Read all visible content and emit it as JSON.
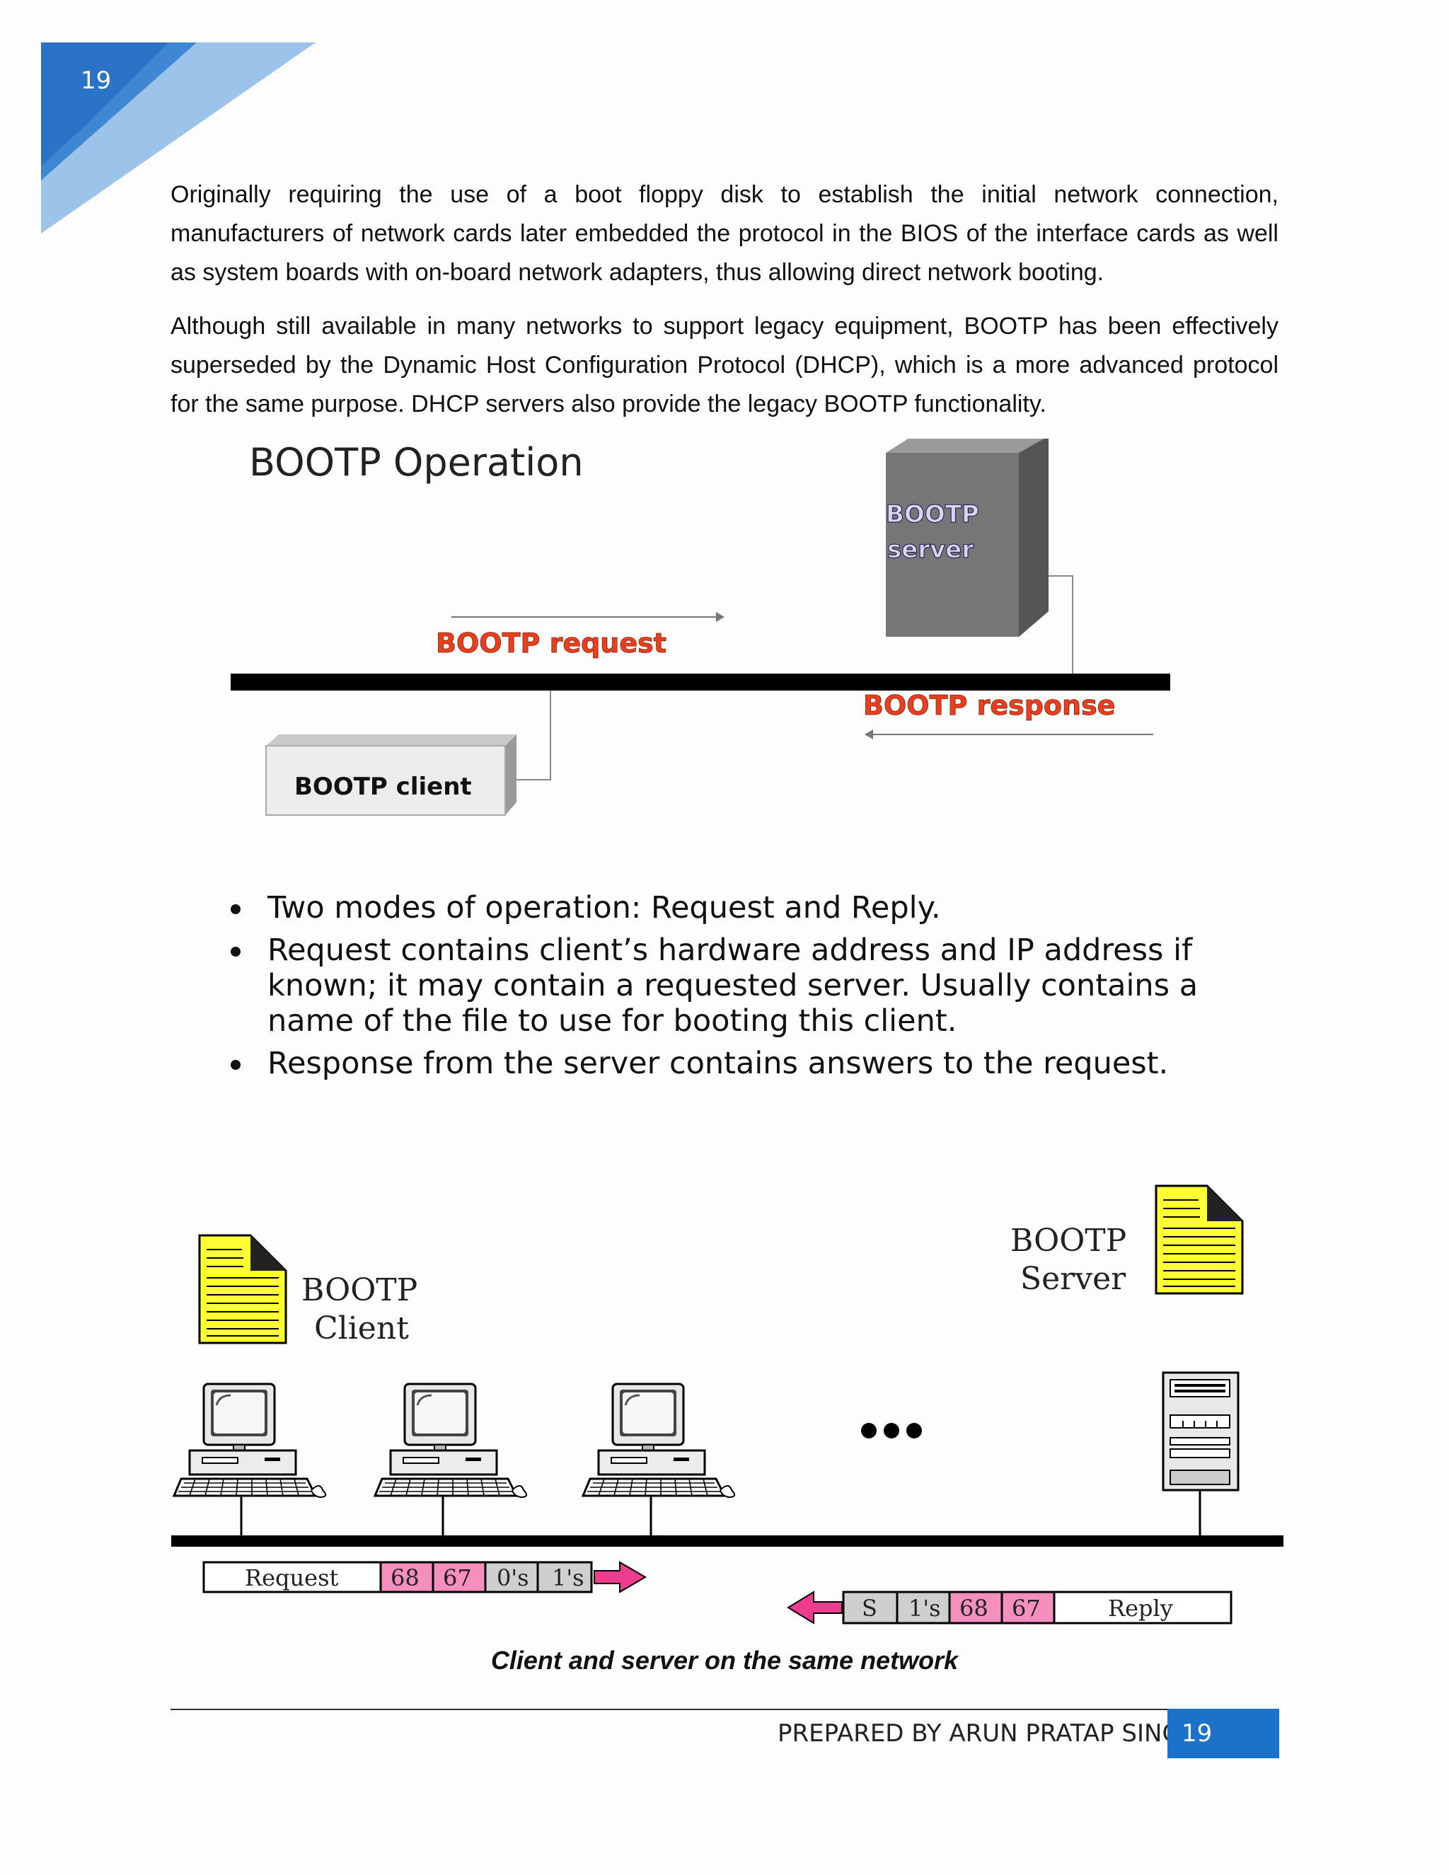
{
  "page": {
    "number": "19"
  },
  "paragraphs": [
    "Originally requiring the use of a boot floppy disk to establish the initial network connection, manufacturers of network cards later embedded the protocol in the BIOS of the interface cards as well as system boards with on-board network adapters, thus allowing direct network booting.",
    "Although still available in many networks to support legacy equipment, BOOTP has been effectively superseded by the Dynamic Host Configuration Protocol (DHCP), which is a more advanced protocol for the same purpose. DHCP servers also provide the legacy BOOTP functionality."
  ],
  "operation_figure": {
    "title": "BOOTP Operation",
    "server_label_1": "BOOTP",
    "server_label_2": "server",
    "request_label": "BOOTP request",
    "response_label": "BOOTP response",
    "client_label": "BOOTP client",
    "bullets": [
      "Two modes of operation:  Request and Reply.",
      "Request contains client’s hardware address and IP address if known; it may contain a requested server.  Usually contains a name of the file to use for booting this client.",
      "Response from the server contains answers to the request."
    ]
  },
  "network_figure": {
    "client_label_1": "BOOTP",
    "client_label_2": "Client",
    "server_label_1": "BOOTP",
    "server_label_2": "Server",
    "request_fields": [
      "Request",
      "68",
      "67",
      "0's",
      "1's"
    ],
    "reply_fields": [
      "S",
      "1's",
      "68",
      "67",
      "Reply"
    ],
    "caption": "Client and server on the same network"
  },
  "footer": {
    "prepared_by": "PREPARED BY ARUN PRATAP SINGH",
    "page_number": "19"
  },
  "colors": {
    "accent_blue": "#1b72c8",
    "light_blue": "#9cc3ea",
    "label_red": "#e8401e",
    "field_pink": "#f58fbd",
    "field_gray": "#cfcfcf",
    "note_yellow": "#ffff33"
  }
}
